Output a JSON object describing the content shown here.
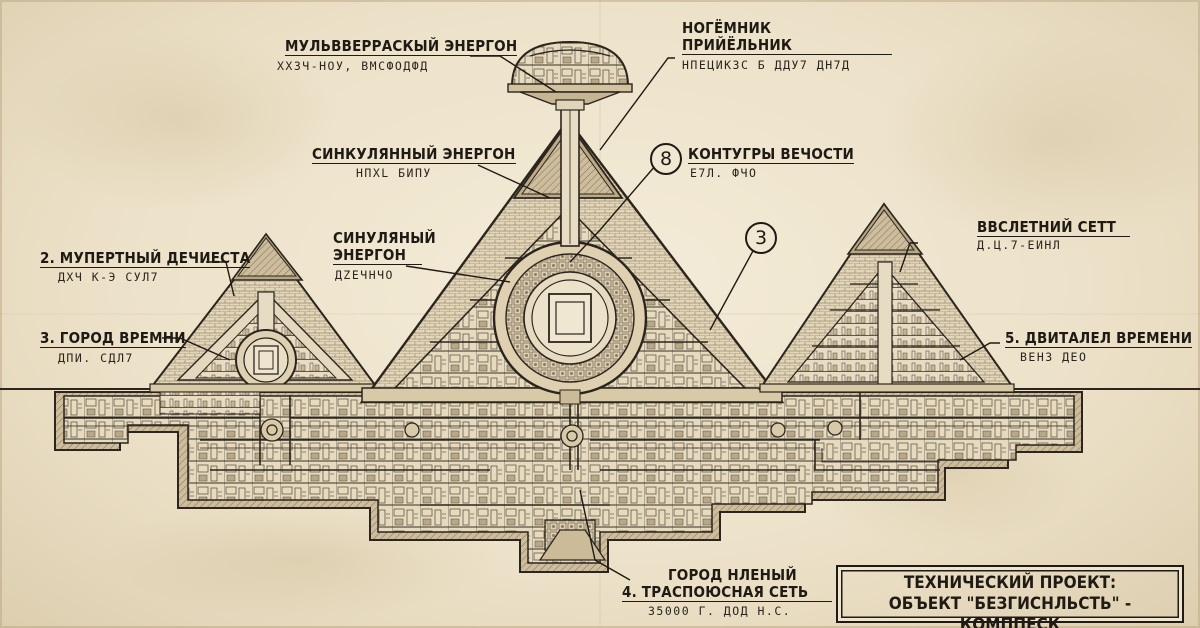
{
  "diagram": {
    "labels": {
      "multiverse_energon": {
        "title": "МУЛЬВВЕРРАСКЫЙ ЭНЕРГОН",
        "code": "ХХЗЧ-НОУ, ВМСФОДФД"
      },
      "receiver": {
        "title_line1": "НОГЁМНИК",
        "title_line2": "ПРИЙЁЛЬНИК",
        "code": "НПЕЦИКЗС Б ДДУ7 ДН7Д"
      },
      "synchronous_energon": {
        "title": "СИНКУЛЯННЫЙ ЭНЕРГОН",
        "code": "НПХL БИПУ"
      },
      "eternity_contours": {
        "number": "8",
        "title": "КОНТУГРЫ ВЕЧОСТИ",
        "code": "Е7Л. ФЧО"
      },
      "callout_3": {
        "number": "3"
      },
      "mortal_chamber": {
        "title": "2. МУПЕРТНЫЙ ДЕЧИЕСТА",
        "code": "ДХЧ К-Э СУЛ7"
      },
      "city_of_time": {
        "title": "3. ГОРОД ВРЕМНИ",
        "code": "ДПИ. СДЛ7"
      },
      "singular_energon": {
        "title_line1": "СИНУЛЯНЫЙ",
        "title_line2": "ЭНЕРГОН",
        "code": "ДZЕЧНЧО"
      },
      "summer_network": {
        "title": "ВВСЛЕТНИЙ СЕТТ",
        "code": "Д.Ц.7-ЕИНЛ"
      },
      "time_engine": {
        "title": "5. ДВИТАЛЕЛ ВРЕМЕНИ",
        "code": "ВЕНЗ ДЕО"
      },
      "transit_network": {
        "title_line1": "ГОРОД НЛЕНЫЙ",
        "title_line2": "4. ТРАСПОЮСНАЯ СЕТЬ",
        "code": "35000 Г. ДОД Н.С."
      }
    },
    "title_block": {
      "line1": "ТЕХНИЧЕСКИЙ ПРОЕКТ:",
      "line2": "ОБЪЕКТ \"БЕЗГИСНЛЬСТЬ\" - КОМППЕСК"
    }
  }
}
